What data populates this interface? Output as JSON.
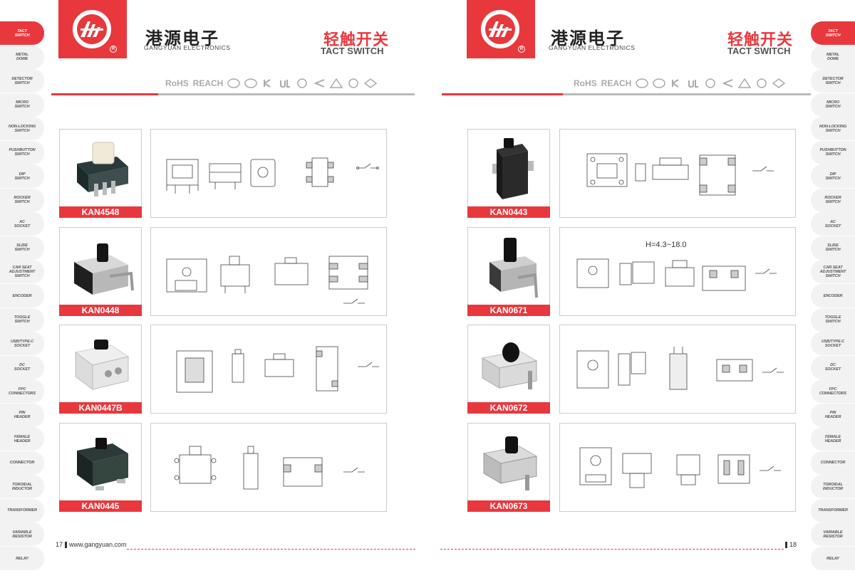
{
  "tabs": [
    {
      "label": "TACT\nSWITCH",
      "active": true
    },
    {
      "label": "METAL\nDOME"
    },
    {
      "label": "DETECTOR\nSWITCH"
    },
    {
      "label": "MICRO\nSWITCH"
    },
    {
      "label": "NON-LOCKING\nSWITCH"
    },
    {
      "label": "PUSHBUTTON\nSWITCH"
    },
    {
      "label": "DIP\nSWITCH"
    },
    {
      "label": "ROCKER\nSWITCH"
    },
    {
      "label": "AC\nSOCKET"
    },
    {
      "label": "SLIDE\nSWITCH"
    },
    {
      "label": "CAR SEAT\nADJUSTMENT\nSWITCH"
    },
    {
      "label": "ENCODER"
    },
    {
      "label": "TOGGLE\nSWITCH"
    },
    {
      "label": "USB/Type-C\nSOCKET"
    },
    {
      "label": "DC\nSOCKET"
    },
    {
      "label": "FPC\nCONNECTORS"
    },
    {
      "label": "PIN\nHEADER"
    },
    {
      "label": "FEMALE\nHEADER"
    },
    {
      "label": "CONNECTOR"
    },
    {
      "label": "TOROIDAL\nINDUCTOR"
    },
    {
      "label": "TRANSFORMER"
    },
    {
      "label": "VARIABLE\nRESISTOR"
    },
    {
      "label": "RELAY"
    }
  ],
  "brand": {
    "cn": "港源电子",
    "en": "GANGYUAN ELECTRONICS",
    "reg": "R"
  },
  "section": {
    "cn": "轻触开关",
    "en": "TACT SWITCH"
  },
  "certs": {
    "rohs": "RoHS",
    "reach": "REACH"
  },
  "left_page": {
    "number": "17",
    "website": "www.gangyuan.com",
    "products": [
      "KAN4548",
      "KAN0448",
      "KAN0447B",
      "KAN0445"
    ]
  },
  "right_page": {
    "number": "18",
    "products": [
      "KAN0443",
      "KAN0671",
      "KAN0672",
      "KAN0673"
    ],
    "height_note": "H=4.3~18.0"
  },
  "colors": {
    "accent": "#e8383d",
    "rule_gray": "#bbbbbb",
    "tab_bg": "#f2f2f2"
  }
}
